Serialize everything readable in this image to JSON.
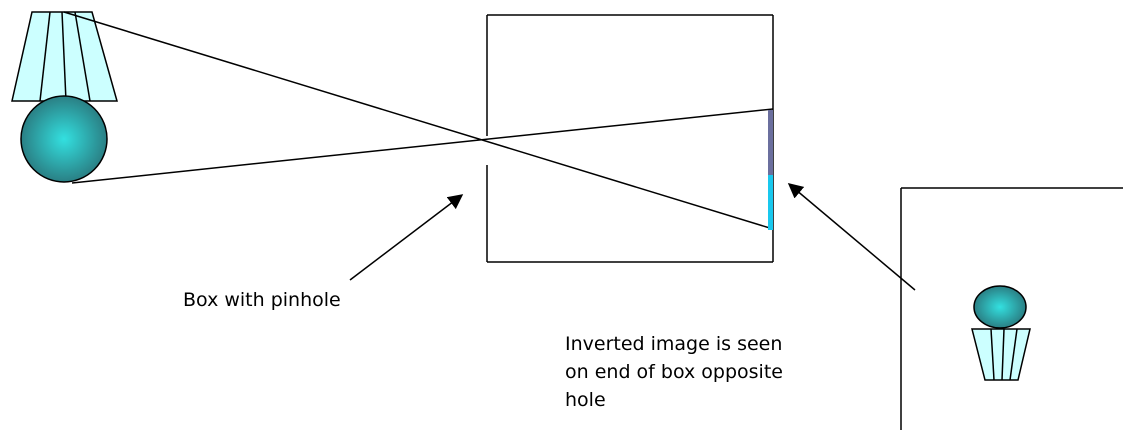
{
  "labels": {
    "box_with_pinhole": "Box with pinhole",
    "inverted_image_lines": [
      "Inverted image is seen",
      "on end of box opposite",
      "hole"
    ]
  },
  "colors": {
    "lamp_shade_fill": "#ccffff",
    "lamp_base_center": "#33e0e0",
    "lamp_base_edge": "#2a7f84",
    "image_upper_segment": "#6b6f9e",
    "image_lower_segment": "#19c8ee",
    "stroke": "#000000"
  }
}
